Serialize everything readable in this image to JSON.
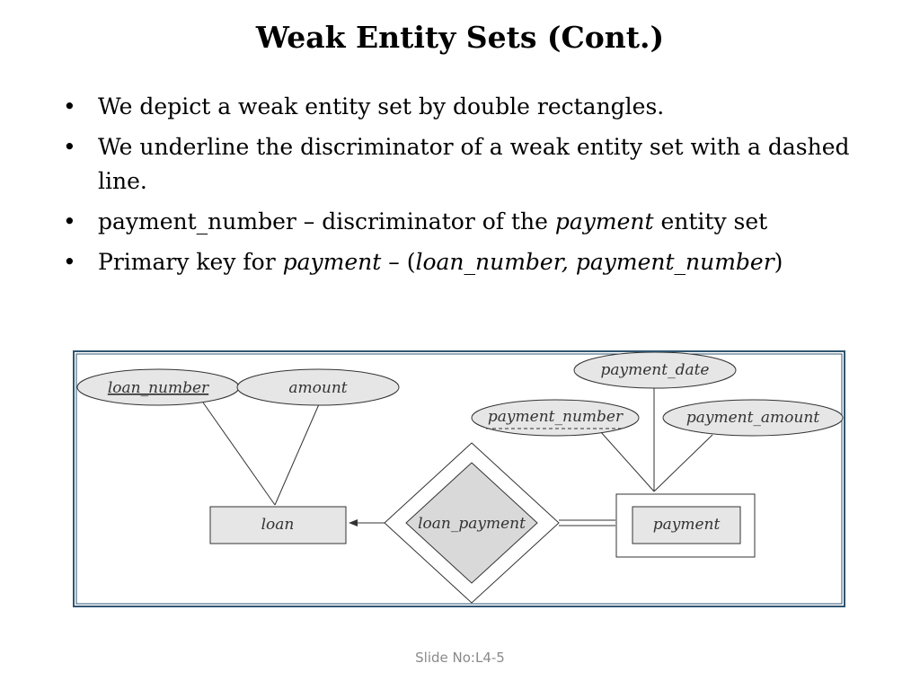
{
  "slide": {
    "title": "Weak Entity Sets (Cont.)",
    "bullets": [
      {
        "parts": [
          {
            "text": "We depict a weak entity set by double rectangles."
          }
        ]
      },
      {
        "parts": [
          {
            "text": "We underline the discriminator of a weak entity set with a dashed line."
          }
        ]
      },
      {
        "parts": [
          {
            "text": "payment_number – discriminator of the "
          },
          {
            "text": "payment",
            "italic": true
          },
          {
            "text": " entity set"
          }
        ]
      },
      {
        "parts": [
          {
            "text": "Primary key for "
          },
          {
            "text": "payment",
            "italic": true
          },
          {
            "text": " – ("
          },
          {
            "text": "loan_number, payment_number",
            "italic": true
          },
          {
            "text": ")"
          }
        ]
      }
    ],
    "footer": "Slide No:L4-5"
  },
  "diagram": {
    "loan_entity": "loan",
    "loan_number_attr": "loan_number",
    "amount_attr": "amount",
    "relationship": "loan_payment",
    "payment_entity": "payment",
    "payment_date_attr": "payment_date",
    "payment_number_attr": "payment_number",
    "payment_amount_attr": "payment_amount"
  }
}
